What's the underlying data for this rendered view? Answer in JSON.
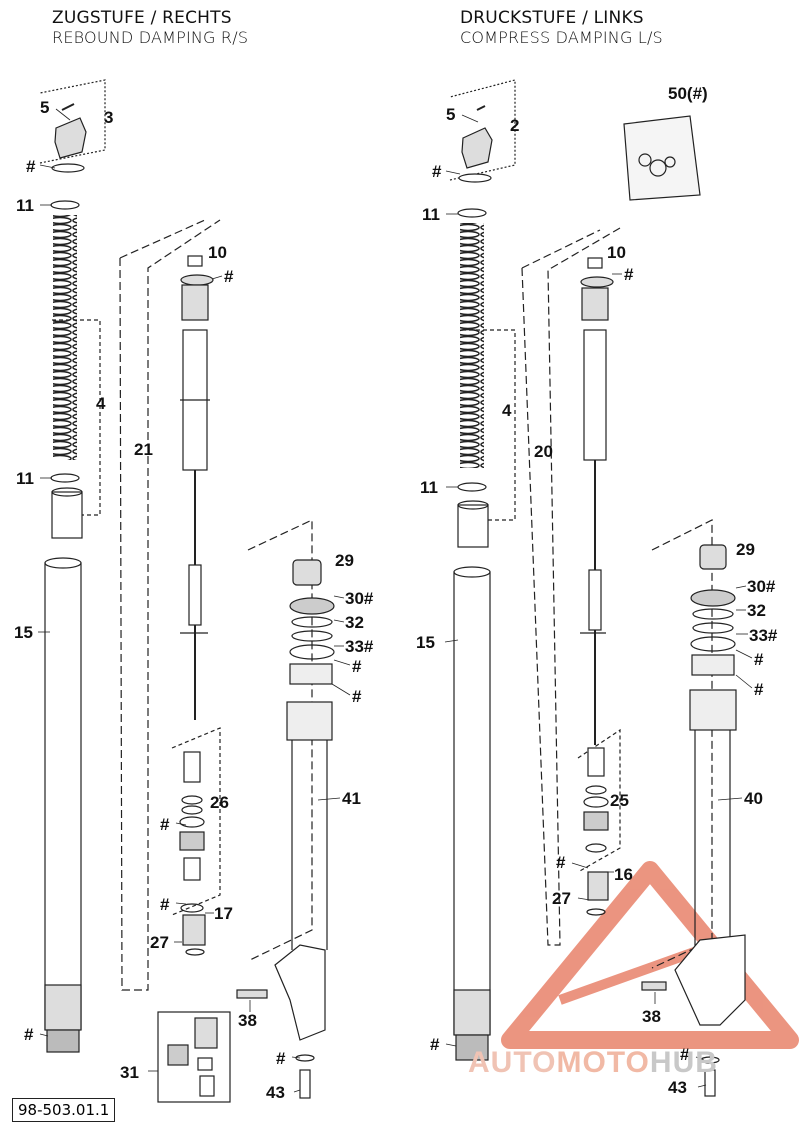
{
  "header_left": {
    "line1": "ZUGSTUFE / RECHTS",
    "line2": "REBOUND DAMPING R/S"
  },
  "header_right": {
    "line1": "DRUCKSTUFE / LINKS",
    "line2": "COMPRESS DAMPING L/S"
  },
  "reference": "98-503.01.1",
  "watermark": {
    "part1": "AUTO",
    "part2": "MOTO",
    "part3": "HUB"
  },
  "colors": {
    "line": "#222222",
    "watermark_red": "#e8826a",
    "watermark_grey": "#c8c8c8"
  },
  "labels_left": {
    "l5": "5",
    "l3": "3",
    "hash_cap": "#",
    "l11a": "11",
    "l4": "4",
    "l11b": "11",
    "l15": "15",
    "l10": "10",
    "hash_10": "#",
    "l21": "21",
    "l29": "29",
    "l30": "30#",
    "l32": "32",
    "l33": "33#",
    "hash_a": "#",
    "hash_b": "#",
    "l41": "41",
    "l26": "26",
    "hash_26": "#",
    "hash_17": "#",
    "l17": "17",
    "l27": "27",
    "l38": "38",
    "hash_bottom": "#",
    "l31": "31",
    "hash_43": "#",
    "l43": "43"
  },
  "labels_right": {
    "l5": "5",
    "l2": "2",
    "l50": "50(#)",
    "hash_cap": "#",
    "l11a": "11",
    "l10": "10",
    "hash_10": "#",
    "l4": "4",
    "l20": "20",
    "l11b": "11",
    "l29": "29",
    "l15": "15",
    "l30": "30#",
    "l32": "32",
    "l33": "33#",
    "hash_a": "#",
    "hash_b": "#",
    "l40": "40",
    "l25": "25",
    "hash_16": "#",
    "l16": "16",
    "l27": "27",
    "l38": "38",
    "hash_bottom": "#",
    "hash_43": "#",
    "l43": "43"
  }
}
